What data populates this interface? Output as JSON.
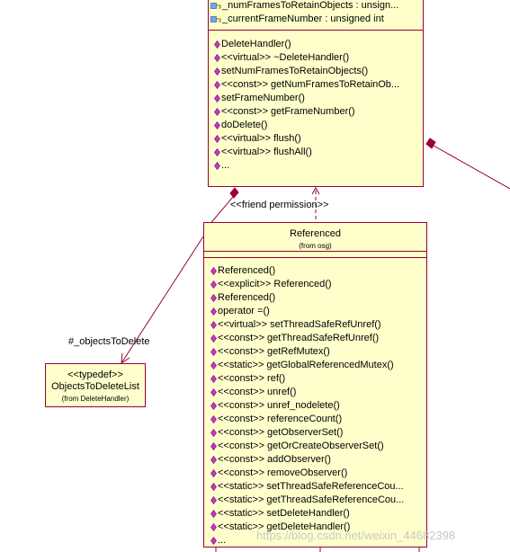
{
  "colors": {
    "class_fill": "#ffffcc",
    "class_border": "#990033",
    "relation_line": "#990033",
    "method_icon": "#cc33cc"
  },
  "delete_handler": {
    "attributes": [
      {
        "icon": "key-field-icon",
        "text": "_numFramesToRetainObjects : unsign..."
      },
      {
        "icon": "key-field-icon",
        "text": "_currentFrameNumber : unsigned int"
      }
    ],
    "operations": [
      "DeleteHandler()",
      "<<virtual>> ~DeleteHandler()",
      "setNumFramesToRetainObjects()",
      "<<const>> getNumFramesToRetainOb...",
      "setFrameNumber()",
      "<<const>> getFrameNumber()",
      "doDelete()",
      "<<virtual>> flush()",
      "<<virtual>> flushAll()",
      "..."
    ]
  },
  "referenced": {
    "name": "Referenced",
    "from": "(from osg)",
    "operations": [
      "Referenced()",
      "<<explicit>> Referenced()",
      "Referenced()",
      "operator =()",
      "<<virtual>> setThreadSafeRefUnref()",
      "<<const>> getThreadSafeRefUnref()",
      "<<const>> getRefMutex()",
      "<<static>> getGlobalReferencedMutex()",
      "<<const>> ref()",
      "<<const>> unref()",
      "<<const>> unref_nodelete()",
      "<<const>> referenceCount()",
      "<<const>> getObserverSet()",
      "<<const>> getOrCreateObserverSet()",
      "<<const>> addObserver()",
      "<<const>> removeObserver()",
      "<<static>> setThreadSafeReferenceCou...",
      "<<static>> getThreadSafeReferenceCou...",
      "<<static>> setDeleteHandler()",
      "<<static>> getDeleteHandler()",
      "..."
    ]
  },
  "objects_to_delete_list": {
    "stereotype": "<<typedef>>",
    "name": "ObjectsToDeleteList",
    "from": "(from DeleteHandler)"
  },
  "labels": {
    "friend": "<<friend permission>>",
    "role": "#_objectsToDelete"
  },
  "watermark": "https://blog.csdn.net/weixin_44682398"
}
